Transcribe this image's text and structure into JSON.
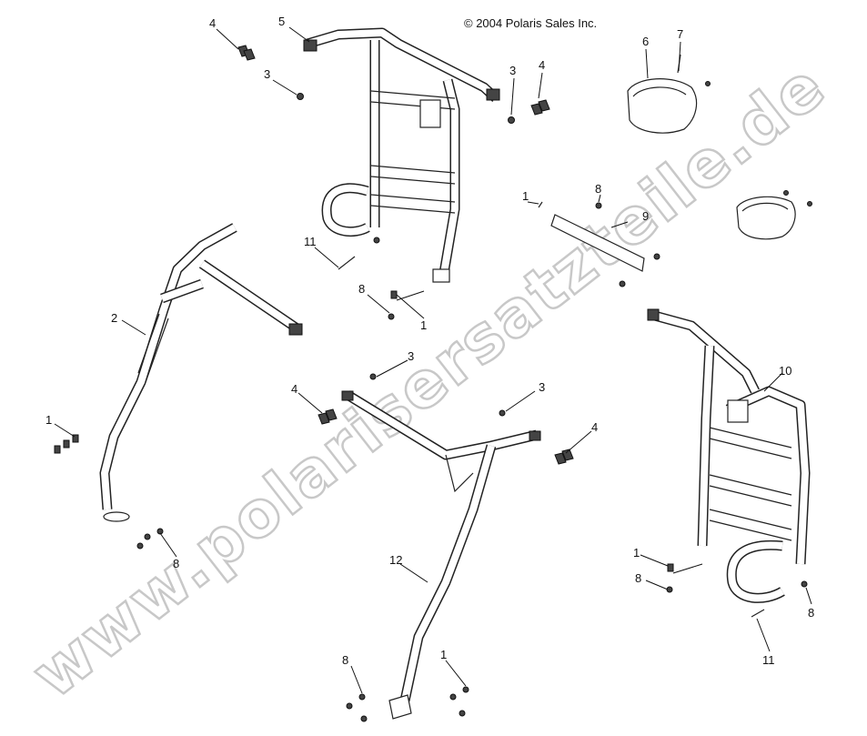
{
  "copyright": "© 2004 Polaris Sales Inc.",
  "watermark": "www.polarisersatzteile.de",
  "callouts": {
    "c_4a": "4",
    "c_5": "5",
    "c_3a": "3",
    "c_6": "6",
    "c_7": "7",
    "c_3b": "3",
    "c_4b": "4",
    "c_1a": "1",
    "c_8a": "8",
    "c_9": "9",
    "c_11a": "11",
    "c_8b": "8",
    "c_1b": "1",
    "c_2": "2",
    "c_1c": "1",
    "c_8c": "8",
    "c_3c": "3",
    "c_4c": "4",
    "c_3d": "3",
    "c_4d": "4",
    "c_10": "10",
    "c_12": "12",
    "c_1d": "1",
    "c_8d": "8",
    "c_8e": "8",
    "c_11b": "11",
    "c_8f": "8",
    "c_1e": "1"
  }
}
